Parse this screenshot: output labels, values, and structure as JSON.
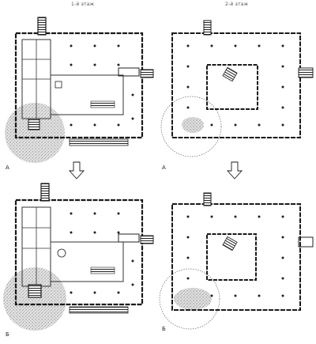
{
  "figure": {
    "columns": [
      {
        "title": "1-й этаж"
      },
      {
        "title": "2-й этаж"
      }
    ],
    "panels": [
      {
        "label": "А"
      },
      {
        "label": "А"
      },
      {
        "label": "Б"
      },
      {
        "label": "Б"
      }
    ],
    "colors": {
      "ink": "#1a1a1a",
      "hatch": "#555555",
      "shade": "#9a9a9a"
    },
    "icons": [
      "down-arrow-icon",
      "down-arrow-icon"
    ]
  }
}
